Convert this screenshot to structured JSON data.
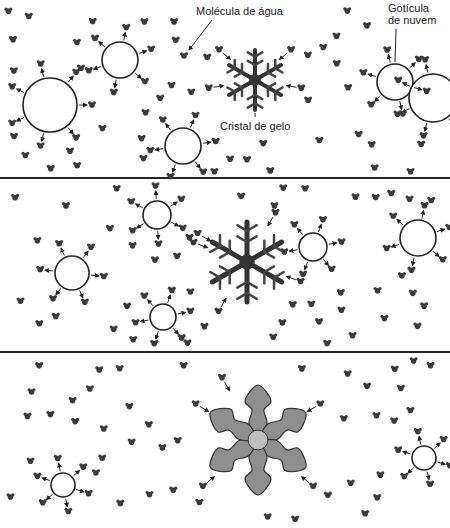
{
  "diagram": {
    "labels": [
      "Molécula de água",
      "Gotícula de nuvem",
      "Cristal de gelo"
    ]
  }
}
